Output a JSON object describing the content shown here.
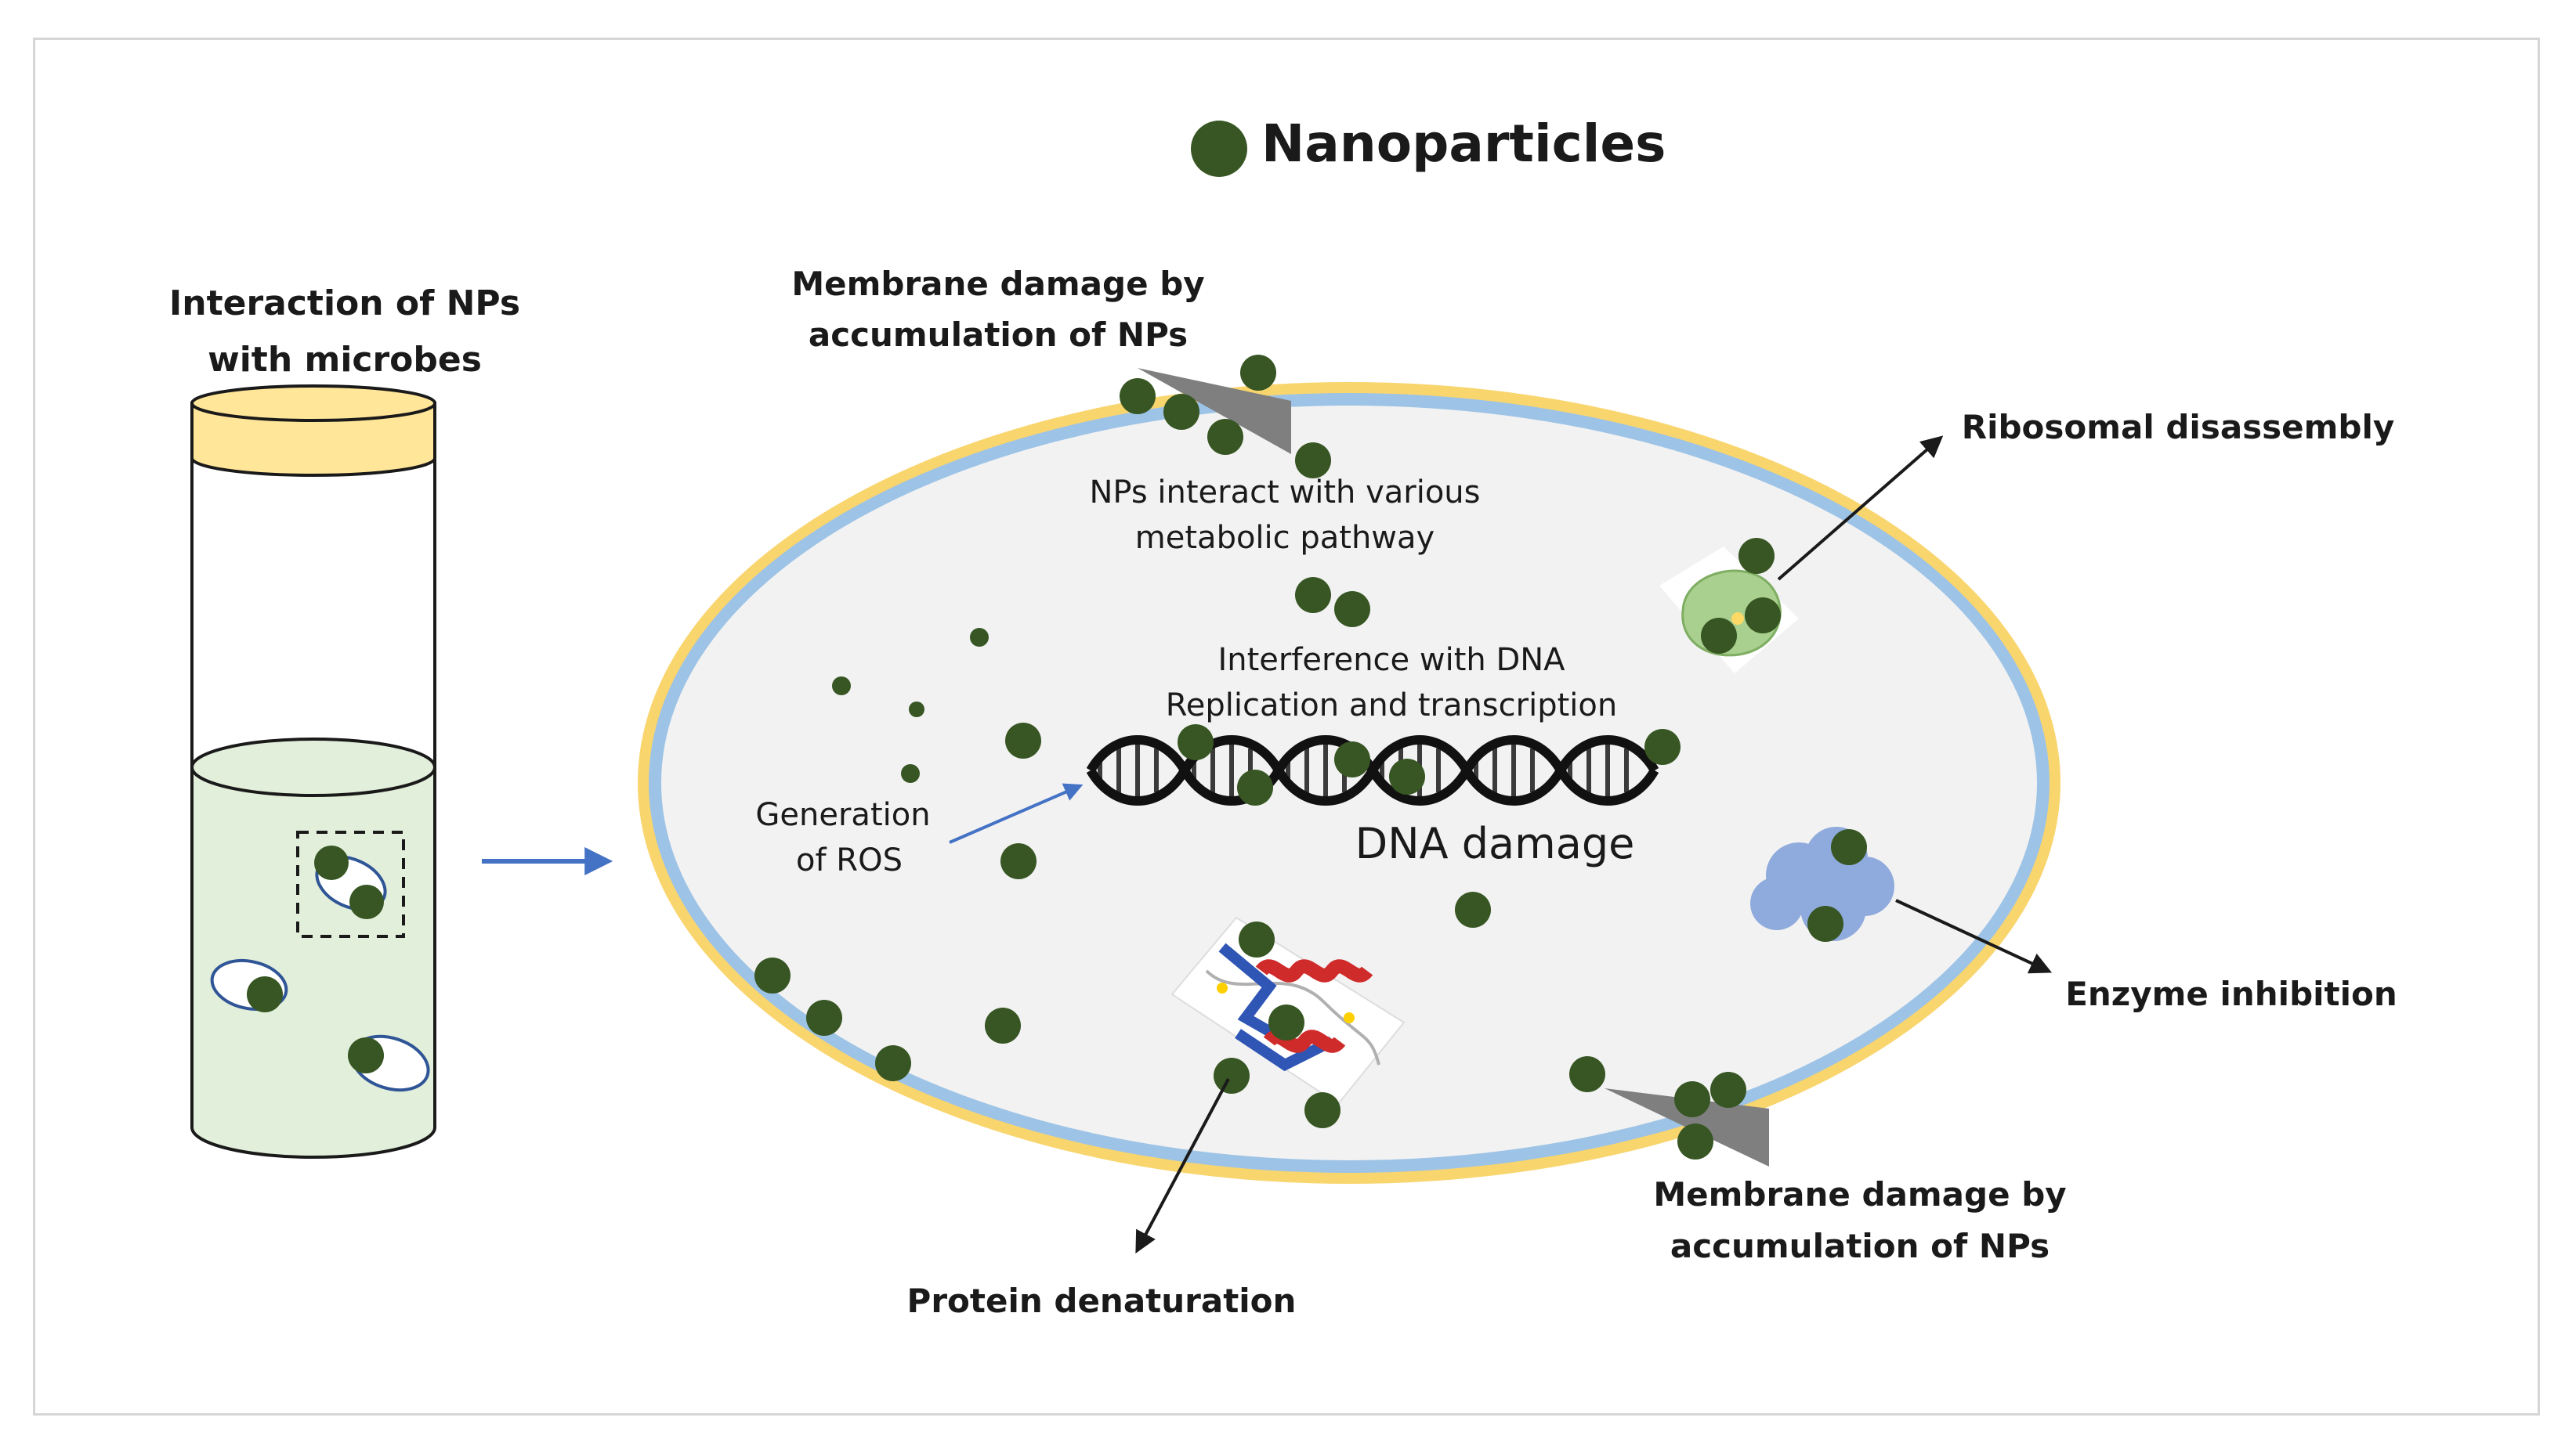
{
  "legend": {
    "label": "Nanoparticles"
  },
  "tube": {
    "title_line1": "Interaction of NPs",
    "title_line2": "with microbes"
  },
  "labels": {
    "membrane_top_line1": "Membrane damage by",
    "membrane_top_line2": "accumulation of NPs",
    "metabolic_line1": "NPs interact with various",
    "metabolic_line2": "metabolic pathway",
    "dna_interference_line1": "Interference with DNA",
    "dna_interference_line2": "Replication and transcription",
    "dna_damage": "DNA damage",
    "ros_line1": "Generation",
    "ros_line2": "of ROS",
    "ribosomal": "Ribosomal disassembly",
    "enzyme": "Enzyme inhibition",
    "protein": "Protein denaturation",
    "membrane_bottom_line1": "Membrane damage by",
    "membrane_bottom_line2": "accumulation of NPs"
  },
  "colors": {
    "nanoparticle": "#375623",
    "cell_wall_outer": "#f9d56e",
    "cell_membrane": "#9dc3e6",
    "cytoplasm": "#f2f2f2",
    "tube_liquid": "#e2efda",
    "tube_cap": "#ffe699",
    "arrow_blue": "#4472c4",
    "ribosome": "#a9d08e",
    "enzyme": "#8faadc"
  }
}
